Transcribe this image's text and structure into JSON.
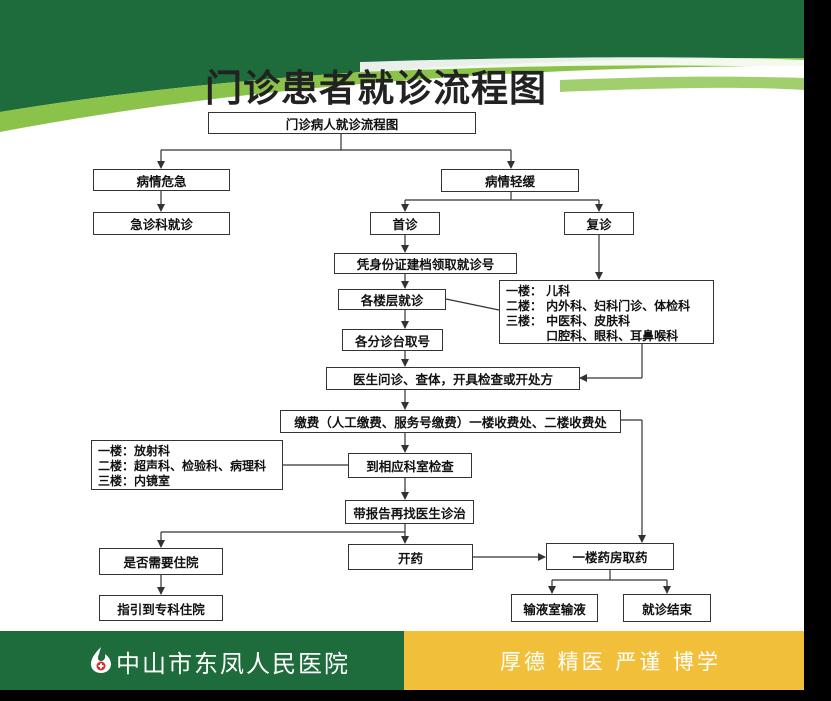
{
  "header": {
    "title": "门诊患者就诊流程图"
  },
  "flow": {
    "top": "门诊病人就诊流程图",
    "critical": "病情危急",
    "emergency": "急诊科就诊",
    "mild": "病情轻缓",
    "first_visit": "首诊",
    "return_visit": "复诊",
    "register": "凭身份证建档领取就诊号",
    "floors_visit": "各楼层就诊",
    "triage": "各分诊台取号",
    "doctor": "医生问诊、查体，开具检查或开处方",
    "payment": "缴费（人工缴费、服务号缴费）一楼收费处、二楼收费处",
    "exam": "到相应科室检查",
    "report": "带报告再找医生诊治",
    "hospitalize_q": "是否需要住院",
    "prescribe": "开药",
    "pharmacy": "一楼药房取药",
    "guide": "指引到专科住院",
    "infusion": "输液室输液",
    "end": "就诊结束"
  },
  "dept_floors": [
    "一楼：  儿科",
    "二楼：  内外科、妇科门诊、体检科",
    "三楼：  中医科、皮肤科",
    "　　　  口腔科、眼科、耳鼻喉科"
  ],
  "exam_floors": [
    "一楼：放射科",
    "二楼：超声科、检验科、病理科",
    "三楼：内镜室"
  ],
  "footer": {
    "hospital": "中山市东凤人民医院",
    "motto": "厚德 精医 严谨 博学"
  },
  "colors": {
    "green": "#1e6b3b",
    "lime": "#8bc34a",
    "gold": "#f1bf3a"
  }
}
